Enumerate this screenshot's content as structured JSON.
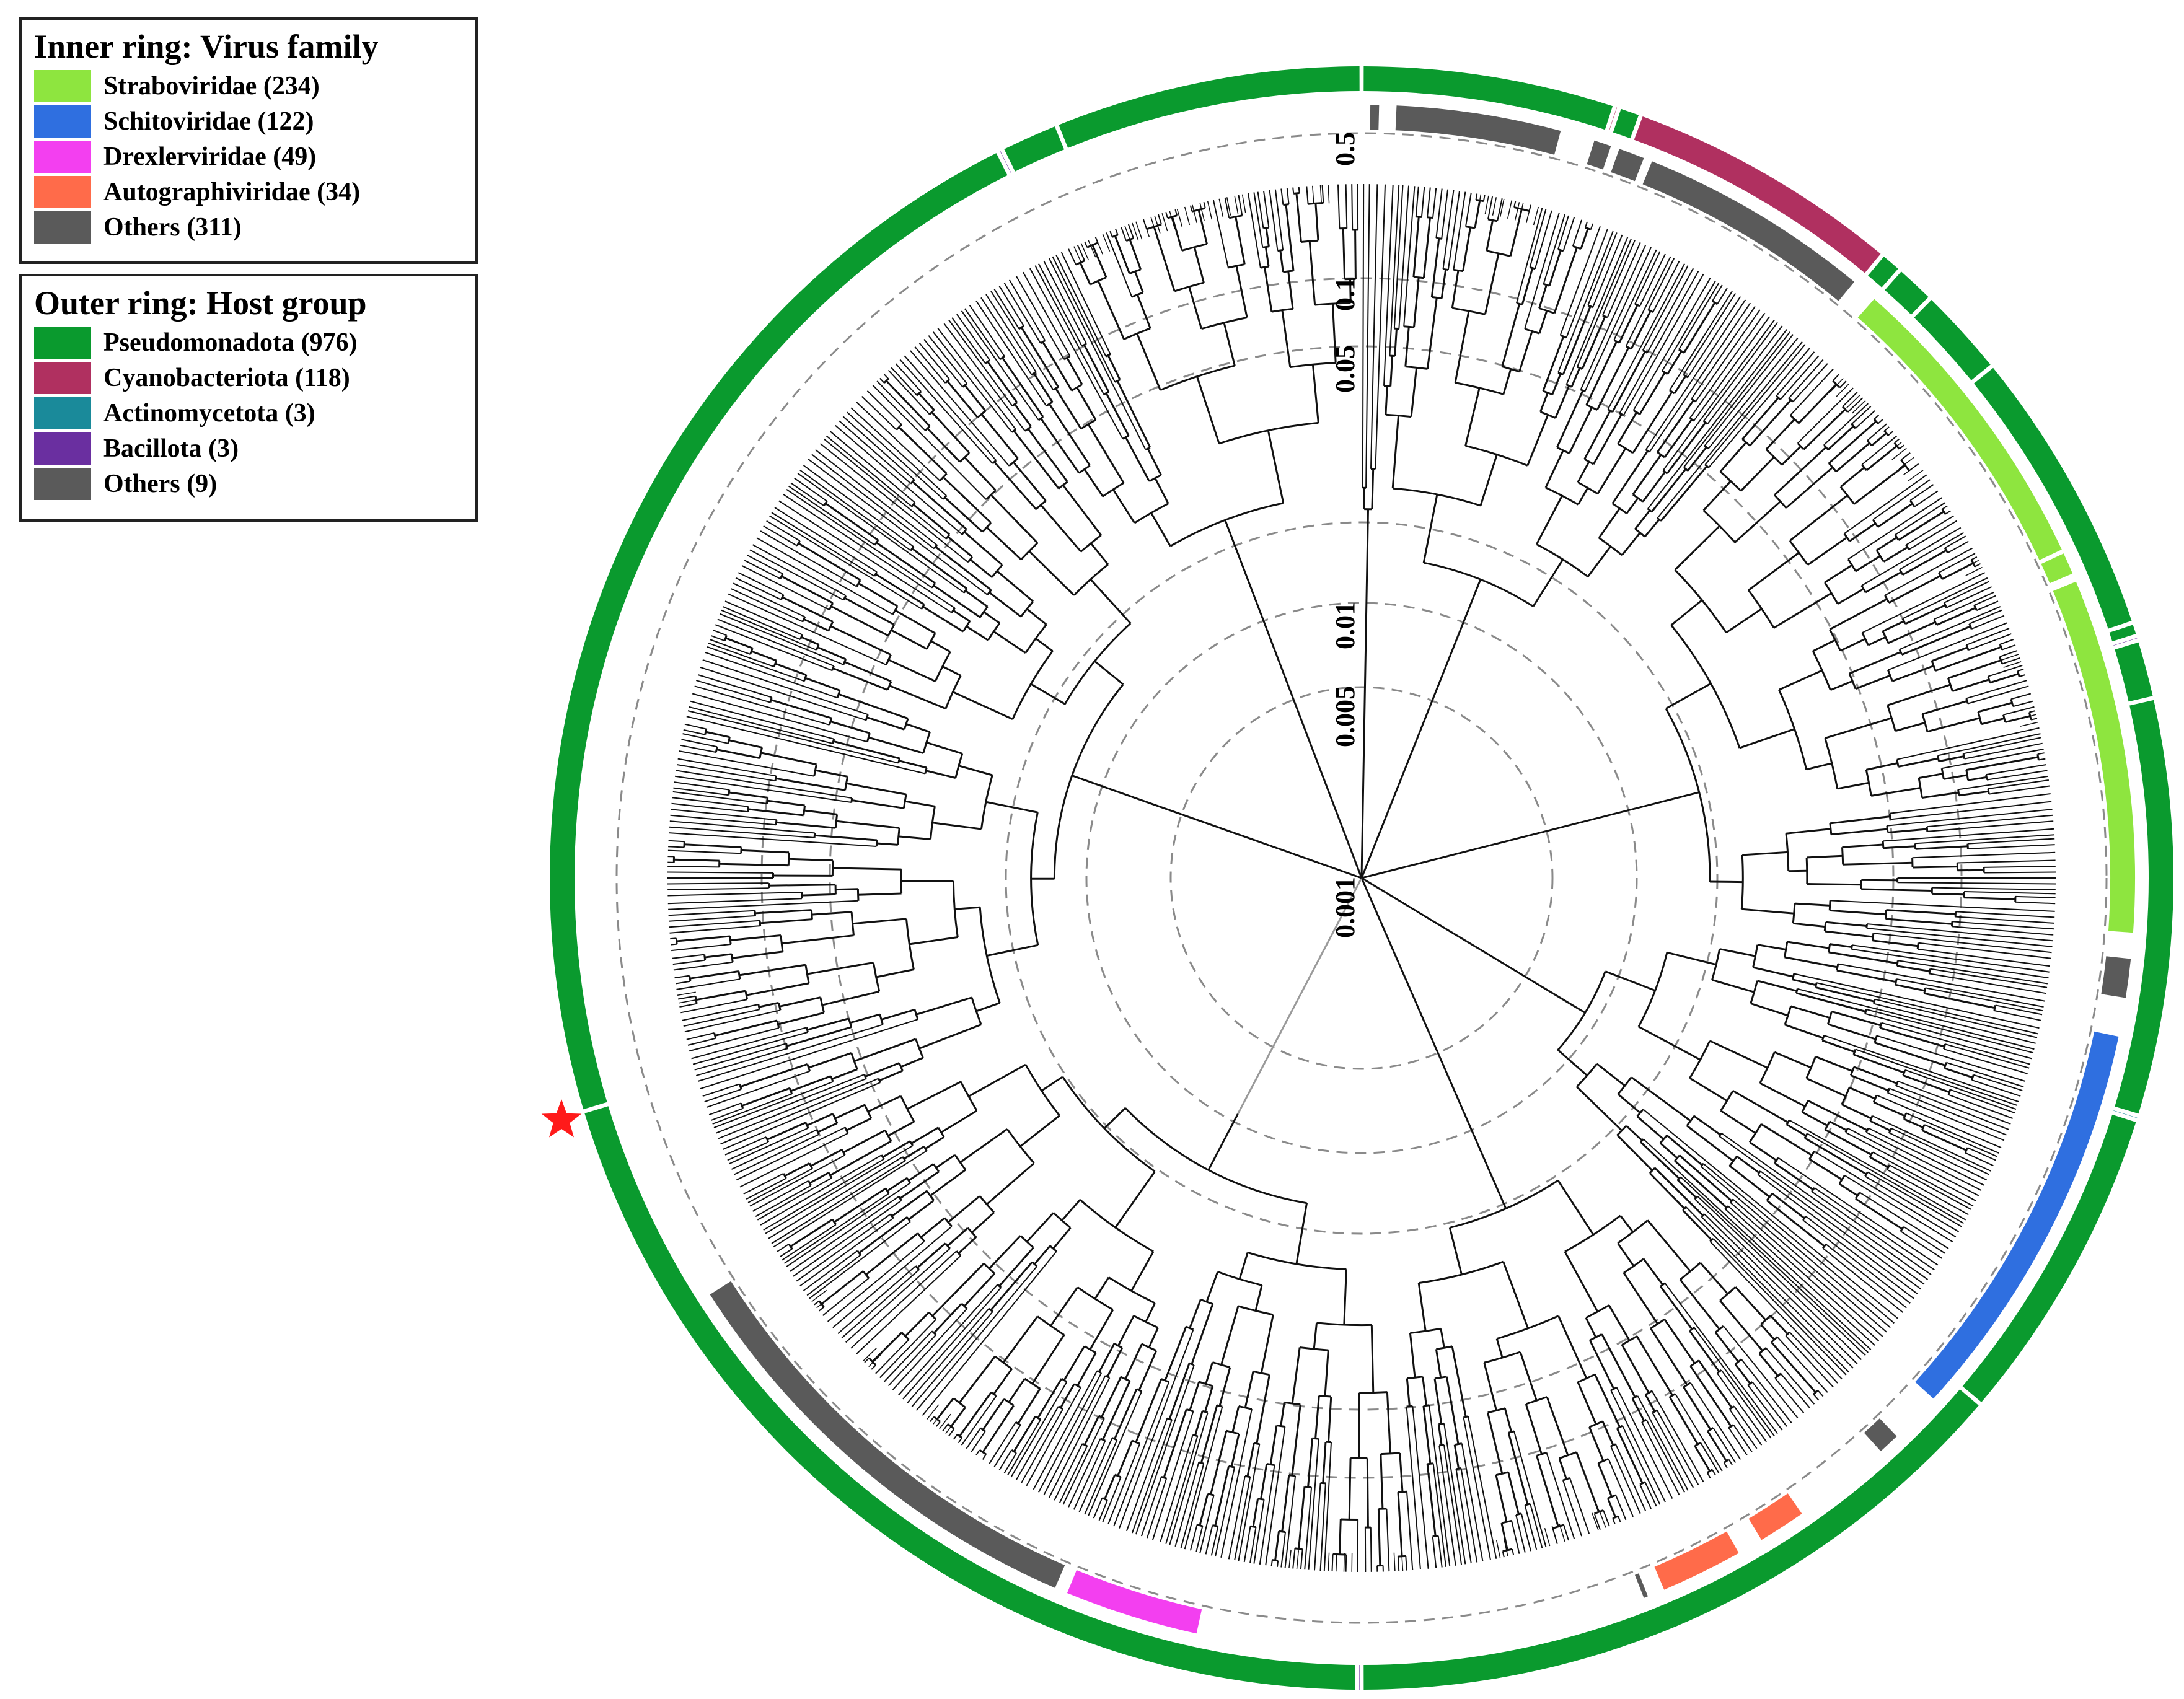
{
  "legends": {
    "inner": {
      "title": "Inner ring: Virus family",
      "items": [
        {
          "label": "Straboviridae (234)",
          "color": "#8ee53f"
        },
        {
          "label": "Schitoviridae (122)",
          "color": "#2f6fe0"
        },
        {
          "label": "Drexlerviridae (49)",
          "color": "#f33ff0"
        },
        {
          "label": "Autographiviridae (34)",
          "color": "#ff6b4a"
        },
        {
          "label": "Others (311)",
          "color": "#5a5a5a"
        }
      ]
    },
    "outer": {
      "title": "Outer ring: Host group",
      "items": [
        {
          "label": "Pseudomonadota (976)",
          "color": "#0a9a2e"
        },
        {
          "label": "Cyanobacteriota (118)",
          "color": "#b03060"
        },
        {
          "label": "Actinomycetota (3)",
          "color": "#1a8a9a"
        },
        {
          "label": "Bacillota (3)",
          "color": "#6a2fa0"
        },
        {
          "label": "Others (9)",
          "color": "#5a5a5a"
        }
      ]
    }
  },
  "scale": {
    "labels": [
      "0.001",
      "0.005",
      "0.01",
      "0.05",
      "0.1",
      "0.5"
    ],
    "log_scale": true
  },
  "marker": {
    "icon": "star-icon",
    "color": "#ff1a1a"
  },
  "rings": {
    "outer_segments": [
      {
        "start": 0,
        "end": 56,
        "group": "Pseudomonadota"
      },
      {
        "start": 56,
        "end": 57,
        "group": "Cyanobacteriota"
      },
      {
        "start": 57,
        "end": 62,
        "group": "Pseudomonadota"
      },
      {
        "start": 62,
        "end": 123,
        "group": "Cyanobacteriota"
      },
      {
        "start": 123,
        "end": 128,
        "group": "Pseudomonadota"
      },
      {
        "start": 128,
        "end": 137,
        "group": "Pseudomonadota"
      },
      {
        "start": 137,
        "end": 157,
        "group": "Pseudomonadota"
      },
      {
        "start": 157,
        "end": 221,
        "group": "Pseudomonadota"
      },
      {
        "start": 221,
        "end": 224,
        "group": "Pseudomonadota"
      },
      {
        "start": 224,
        "end": 225,
        "group": "Bacillota"
      },
      {
        "start": 225,
        "end": 238,
        "group": "Pseudomonadota"
      },
      {
        "start": 238,
        "end": 330,
        "group": "Pseudomonadota"
      },
      {
        "start": 330,
        "end": 331,
        "group": "Actinomycetota"
      },
      {
        "start": 331,
        "end": 402,
        "group": "Pseudomonadota"
      },
      {
        "start": 402,
        "end": 555,
        "group": "Pseudomonadota"
      },
      {
        "start": 555,
        "end": 556,
        "group": "Bacillota"
      },
      {
        "start": 556,
        "end": 781,
        "group": "Pseudomonadota"
      },
      {
        "start": 781,
        "end": 1028,
        "group": "Pseudomonadota"
      },
      {
        "start": 1028,
        "end": 1029,
        "group": "Bacillota"
      },
      {
        "start": 1029,
        "end": 1042,
        "group": "Pseudomonadota"
      },
      {
        "start": 1042,
        "end": 1110,
        "group": "Pseudomonadota"
      }
    ],
    "inner_segments": [
      {
        "start": 2,
        "end": 4,
        "family": "Others"
      },
      {
        "start": 8,
        "end": 46,
        "family": "Others"
      },
      {
        "start": 54,
        "end": 58,
        "family": "Others"
      },
      {
        "start": 60,
        "end": 66,
        "family": "Others"
      },
      {
        "start": 68,
        "end": 122,
        "family": "Others"
      },
      {
        "start": 128,
        "end": 200,
        "family": "Straboviridae"
      },
      {
        "start": 201,
        "end": 206,
        "family": "Straboviridae"
      },
      {
        "start": 208,
        "end": 290,
        "family": "Straboviridae"
      },
      {
        "start": 296,
        "end": 305,
        "family": "Others"
      },
      {
        "start": 314,
        "end": 408,
        "family": "Schitoviridae"
      },
      {
        "start": 420,
        "end": 425,
        "family": "Others"
      },
      {
        "start": 448,
        "end": 459,
        "family": "Autographiviridae"
      },
      {
        "start": 465,
        "end": 484,
        "family": "Autographiviridae"
      },
      {
        "start": 488,
        "end": 489,
        "family": "Others"
      },
      {
        "start": 593,
        "end": 624,
        "family": "Drexlerviridae"
      },
      {
        "start": 627,
        "end": 732,
        "family": "Others"
      }
    ]
  }
}
